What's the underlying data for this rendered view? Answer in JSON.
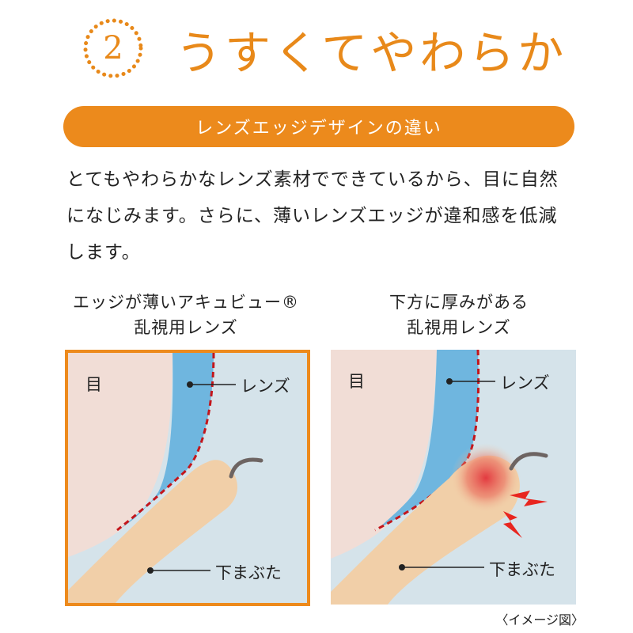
{
  "header": {
    "number": "2",
    "title": "うすくてやわらか",
    "accent_color": "#e8891a"
  },
  "section": {
    "label": "レンズエッジデザインの違い"
  },
  "description": "とてもやわらかなレンズ素材でできているから、目に自然になじみます。さらに、薄いレンズエッジが違和感を低減します。",
  "comparison": {
    "left": {
      "caption_line1": "エッジが薄いアキュビュー®",
      "caption_line2": "乱視用レンズ",
      "eye_label": "目",
      "lens_label": "レンズ",
      "eyelid_label": "下まぶた",
      "border_color": "#ed8a1c"
    },
    "right": {
      "caption_line1": "下方に厚みがある",
      "caption_line2": "乱視用レンズ",
      "eye_label": "目",
      "lens_label": "レンズ",
      "eyelid_label": "下まぶた",
      "irritation_icon": "lightning-bolt-icon",
      "irritation_color": "#e8251f"
    }
  },
  "note": "〈イメージ図〉"
}
